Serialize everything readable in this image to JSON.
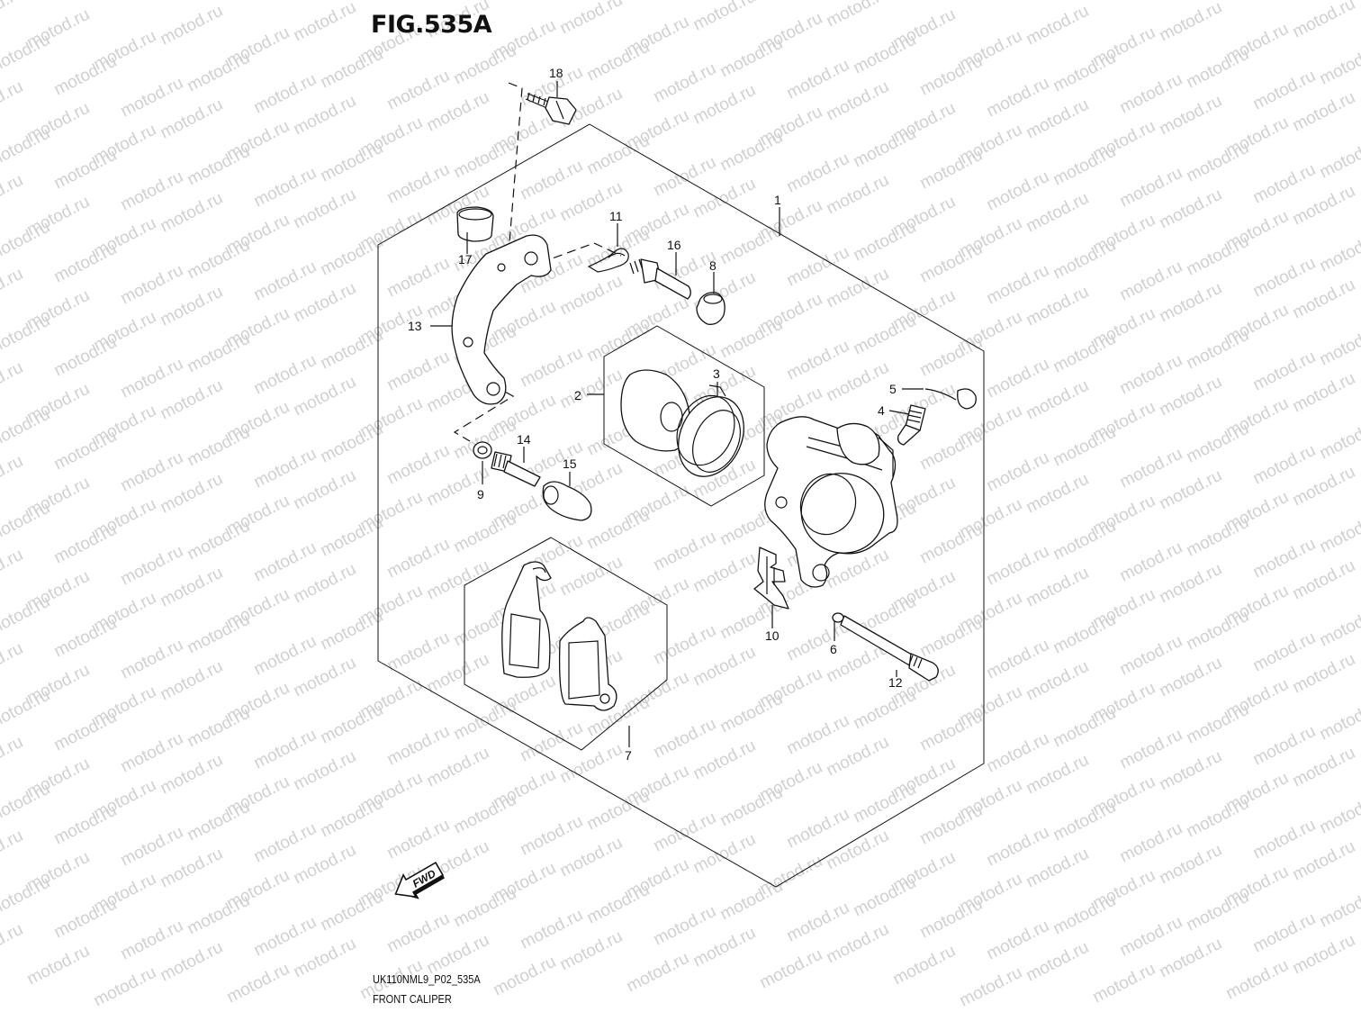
{
  "figure": {
    "title": "FIG.535A",
    "code": "UK110NML9_P02_535A",
    "caption": "FRONT CALIPER"
  },
  "direction_arrow": {
    "label": "FWD"
  },
  "watermark": {
    "text": "motod.ru",
    "color": "#d0d0d0"
  },
  "callouts": [
    {
      "id": "c1",
      "number": "1"
    },
    {
      "id": "c2",
      "number": "2"
    },
    {
      "id": "c3",
      "number": "3"
    },
    {
      "id": "c4",
      "number": "4"
    },
    {
      "id": "c5",
      "number": "5"
    },
    {
      "id": "c6",
      "number": "6"
    },
    {
      "id": "c7",
      "number": "7"
    },
    {
      "id": "c8",
      "number": "8"
    },
    {
      "id": "c9",
      "number": "9"
    },
    {
      "id": "c10",
      "number": "10"
    },
    {
      "id": "c11",
      "number": "11"
    },
    {
      "id": "c12",
      "number": "12"
    },
    {
      "id": "c13",
      "number": "13"
    },
    {
      "id": "c14",
      "number": "14"
    },
    {
      "id": "c15",
      "number": "15"
    },
    {
      "id": "c16",
      "number": "16"
    },
    {
      "id": "c17",
      "number": "17"
    },
    {
      "id": "c18",
      "number": "18"
    }
  ]
}
